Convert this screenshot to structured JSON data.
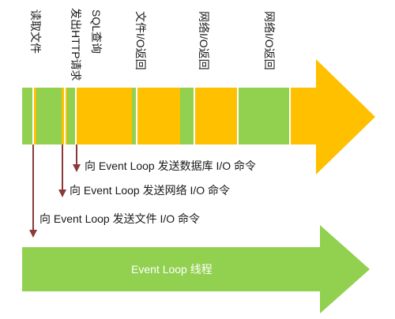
{
  "top_labels": [
    "读取文件",
    "发出HTTP请求",
    "SQL查询",
    "文件I/O返回",
    "网络I/O返回",
    "网络I/O返回"
  ],
  "commands": [
    "向 Event Loop 发送数据库 I/O 命令",
    "向 Event Loop  发送网络 I/O 命令",
    "向 Event Loop 发送文件 I/O 命令"
  ],
  "event_loop_label": "Event Loop  线程",
  "colors": {
    "main_thread_orange": "#ffc000",
    "main_thread_green": "#92d050",
    "event_loop_green": "#92d050",
    "command_arrow": "#8b3a3a",
    "text": "#1a1a1a"
  }
}
